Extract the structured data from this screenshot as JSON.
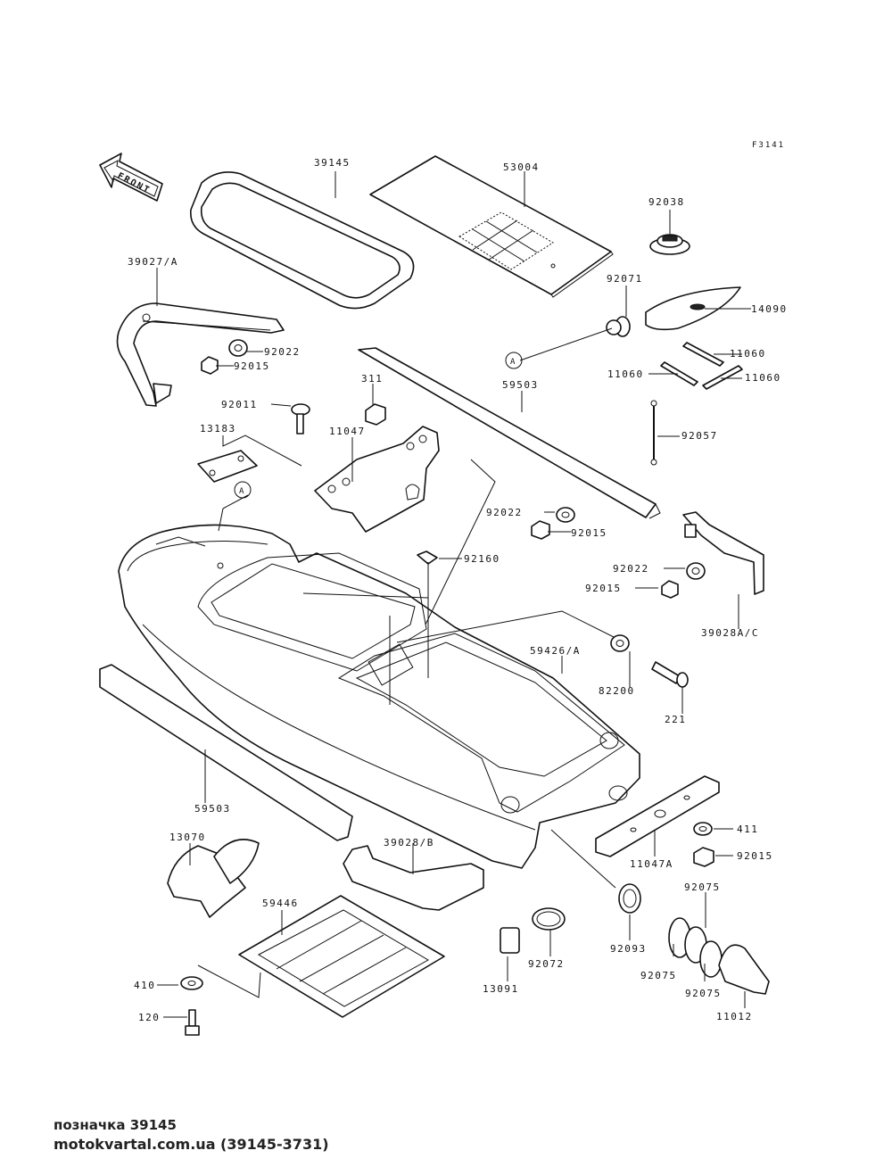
{
  "diagram_code": "F3141",
  "front_label": "FRONT",
  "callouts": {
    "c39145": "39145",
    "c53004": "53004",
    "c92038": "92038",
    "c39027A": "39027/A",
    "c92071": "92071",
    "c14090": "14090",
    "c92022a": "92022",
    "c92015a": "92015",
    "cA1": "A",
    "c11060a": "11060",
    "c11060b": "11060",
    "c11060c": "11060",
    "c311": "311",
    "c59503a": "59503",
    "c92011": "92011",
    "c11047": "11047",
    "c92057": "92057",
    "c13183": "13183",
    "cA2": "A",
    "c92022b": "92022",
    "c92015b": "92015",
    "c92160": "92160",
    "c92022c": "92022",
    "c92015c": "92015",
    "c39028AC": "39028A/C",
    "c59426A": "59426/A",
    "c82200": "82200",
    "c221": "221",
    "c59503b": "59503",
    "c411": "411",
    "c11047A": "11047A",
    "c92015d": "92015",
    "c13070": "13070",
    "c39028B": "39028/B",
    "c92075a": "92075",
    "c59446": "59446",
    "c92093": "92093",
    "c92072": "92072",
    "c92075b": "92075",
    "c92075c": "92075",
    "c410": "410",
    "c13091": "13091",
    "c11012": "11012",
    "c120": "120"
  },
  "footer": {
    "title": "позначка 39145",
    "source": "motokvartal.com.ua (39145-3731)"
  }
}
